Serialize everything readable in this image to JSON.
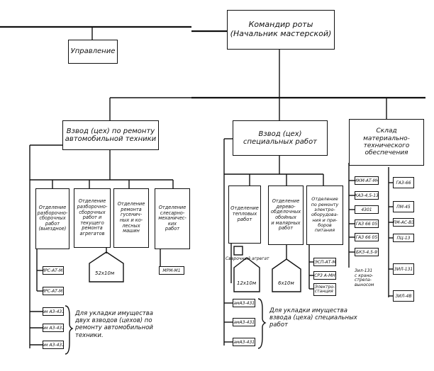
{
  "commander": {
    "line1": "Командир роты",
    "line2": "(Начальник мастерской)"
  },
  "management": "Управление",
  "platoon_auto": "Взвод (цех) по ремонту\nавтомобильной техники",
  "platoon_special": "Взвод (цех)\nспециальных работ",
  "warehouse": "Склад\nматериально-\nтехнического\nобеспечения",
  "depts_auto": [
    "Отделение\nразборочно-\nсборочных\nработ\n(выездное)",
    "Отделение\nразборочно-\nсборочных\nработ и\nтекущего\nремонта\nагрегатов",
    "Отделение\nремонта\nгусенич-\nных и ко-\nлесных\nмашин",
    "Отделение\nслесарно-\nмеханичес-\nких\nработ"
  ],
  "depts_special": [
    "Отделение\nтепловых\nработ",
    "Отделение\nдерево-\nобделочных\nобойных\nи малярных\nработ",
    "Отделение\nпо ремонту\nэлектро-\nоборудова-\nния и при-\nборов\nпитания"
  ],
  "equip_auto_left": [
    "МРС-АТ-М1",
    "МРС-АТ-М1"
  ],
  "equip_auto_trucks": [
    "Кам АЗ-4310",
    "Кам АЗ-4310",
    "Кам АЗ-4310"
  ],
  "equip_auto_mech": "МРМ-М1",
  "tent_auto": "52х10м",
  "note_auto": "Для укладки имущества\nдвух взводов (цехов) по\nремонту автомобильной\nтехники.",
  "special_aggregate": "Сварочный агрегат",
  "tent_special_1": "12х10м",
  "tent_special_2": "6х10м",
  "equip_special_elec": [
    "МЭСП-АТ-М1",
    "СРЗ А-МН",
    "Электро-\nстанция"
  ],
  "equip_special_trucks": [
    "КамАЗ-4310",
    "КамАЗ-4310",
    "КамАЗ-4310"
  ],
  "note_special": "Для укладки имущества\nвзвода (цеха) специальных\nработ",
  "warehouse_left": [
    "МКМ-АТ-М4",
    "КАЗ-4,5-13",
    "4301",
    "ГАЗ 66 05",
    "ГАЗ 66 05",
    "БКЗ-4,5-9"
  ],
  "warehouse_right": [
    "ГАЗ-66",
    "ПМ-45",
    "ЛМ-АС-ВЗ",
    "ПЦ-13",
    "ЗИЛ-131",
    "ЗИЛ-4В"
  ],
  "warehouse_trailer": "Зил-131\nс крано-\nстрела-\nвыносом"
}
